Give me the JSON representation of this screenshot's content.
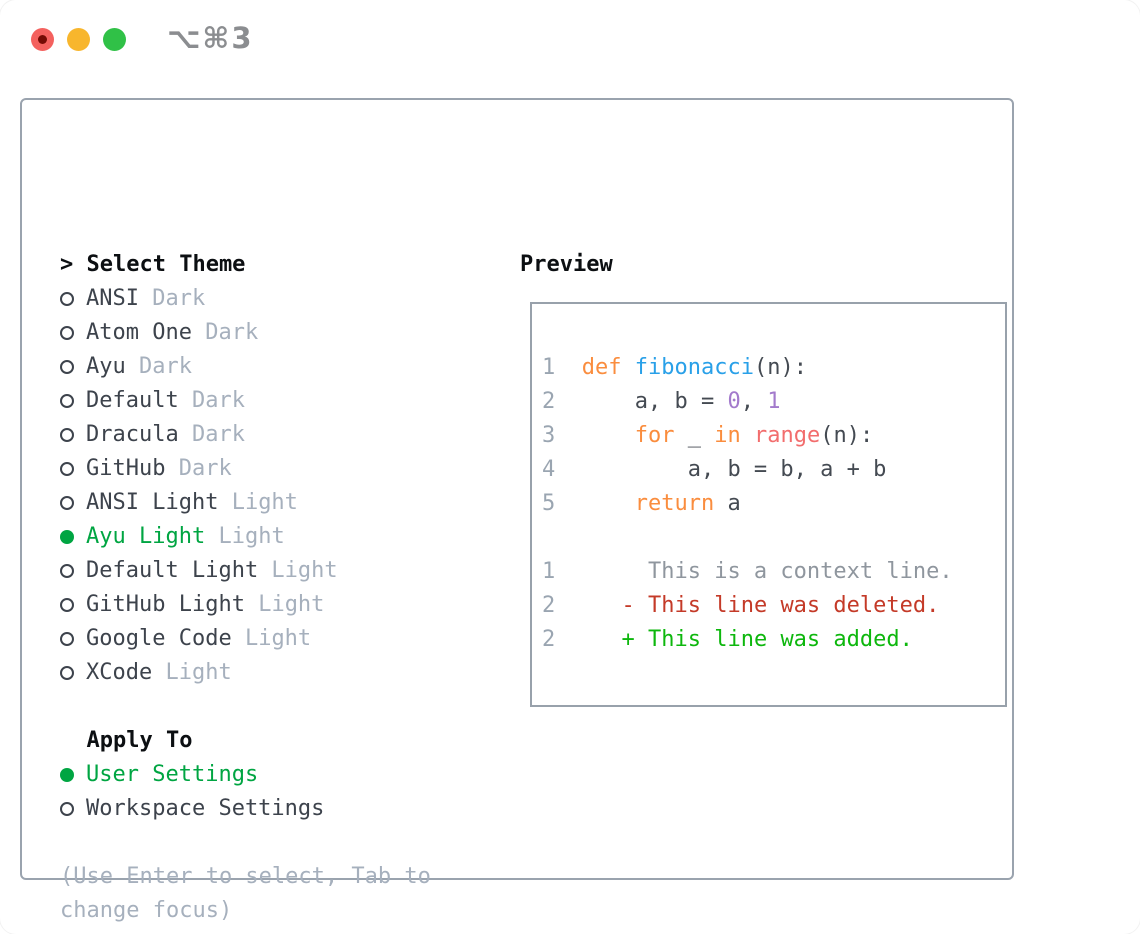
{
  "titlebar": {
    "shortcut": "⌥⌘3"
  },
  "colors": {
    "traffic_red": "#f4615e",
    "traffic_red_dot": "#750b04",
    "traffic_yellow": "#f8b62d",
    "traffic_green": "#30c147",
    "shortcut": "#8b8d90",
    "panel_border": "#9aa3ae",
    "preview_border": "#98a1ab",
    "header_text": "#0c0f12",
    "item_name": "#3d434c",
    "item_tag": "#a6b0bd",
    "selected_green": "#00a542",
    "line_number": "#9aa5b1",
    "keyword": "#fa8d3e",
    "function": "#29a0e8",
    "number_literal": "#a37acc",
    "builtin_call": "#f26d6d",
    "code_default": "#444a52",
    "context_line": "#8f969e",
    "deleted_line": "#c43a28",
    "added_line": "#0db70d"
  },
  "theme_list": {
    "header": "> Select Theme",
    "items": [
      {
        "name": "ANSI",
        "tag": "Dark",
        "selected": false
      },
      {
        "name": "Atom One",
        "tag": "Dark",
        "selected": false
      },
      {
        "name": "Ayu",
        "tag": "Dark",
        "selected": false
      },
      {
        "name": "Default",
        "tag": "Dark",
        "selected": false
      },
      {
        "name": "Dracula",
        "tag": "Dark",
        "selected": false
      },
      {
        "name": "GitHub",
        "tag": "Dark",
        "selected": false
      },
      {
        "name": "ANSI Light",
        "tag": "Light",
        "selected": false
      },
      {
        "name": "Ayu Light",
        "tag": "Light",
        "selected": true
      },
      {
        "name": "Default Light",
        "tag": "Light",
        "selected": false
      },
      {
        "name": "GitHub Light",
        "tag": "Light",
        "selected": false
      },
      {
        "name": "Google Code",
        "tag": "Light",
        "selected": false
      },
      {
        "name": "XCode",
        "tag": "Light",
        "selected": false
      }
    ]
  },
  "apply_to": {
    "header": "  Apply To",
    "items": [
      {
        "name": "User Settings",
        "selected": true
      },
      {
        "name": "Workspace Settings",
        "selected": false
      }
    ]
  },
  "help_lines": [
    "(Use Enter to select, Tab to",
    "change focus)"
  ],
  "preview": {
    "title": "Preview",
    "lines": [
      [
        {
          "t": "1  ",
          "c": "ln"
        },
        {
          "t": "def ",
          "c": "kw"
        },
        {
          "t": "fibonacci",
          "c": "fn"
        },
        {
          "t": "(n):",
          "c": "fg"
        }
      ],
      [
        {
          "t": "2  ",
          "c": "ln"
        },
        {
          "t": "    a, b = ",
          "c": "fg"
        },
        {
          "t": "0",
          "c": "num"
        },
        {
          "t": ", ",
          "c": "fg"
        },
        {
          "t": "1",
          "c": "num"
        }
      ],
      [
        {
          "t": "3  ",
          "c": "ln"
        },
        {
          "t": "    ",
          "c": "fg"
        },
        {
          "t": "for",
          "c": "kw"
        },
        {
          "t": " _ ",
          "c": "fg"
        },
        {
          "t": "in",
          "c": "kw"
        },
        {
          "t": " ",
          "c": "fg"
        },
        {
          "t": "range",
          "c": "call"
        },
        {
          "t": "(n):",
          "c": "fg"
        }
      ],
      [
        {
          "t": "4  ",
          "c": "ln"
        },
        {
          "t": "        a, b = b, a + b",
          "c": "fg"
        }
      ],
      [
        {
          "t": "5  ",
          "c": "ln"
        },
        {
          "t": "    ",
          "c": "fg"
        },
        {
          "t": "return",
          "c": "kw"
        },
        {
          "t": " a",
          "c": "fg"
        }
      ],
      [],
      [
        {
          "t": "1  ",
          "c": "ln"
        },
        {
          "t": "     This is a context line.",
          "c": "ctx"
        }
      ],
      [
        {
          "t": "2  ",
          "c": "ln"
        },
        {
          "t": "   ",
          "c": "fg"
        },
        {
          "t": "- This line was deleted.",
          "c": "del"
        }
      ],
      [
        {
          "t": "2  ",
          "c": "ln"
        },
        {
          "t": "   ",
          "c": "fg"
        },
        {
          "t": "+ This line was added.",
          "c": "add"
        }
      ]
    ]
  }
}
